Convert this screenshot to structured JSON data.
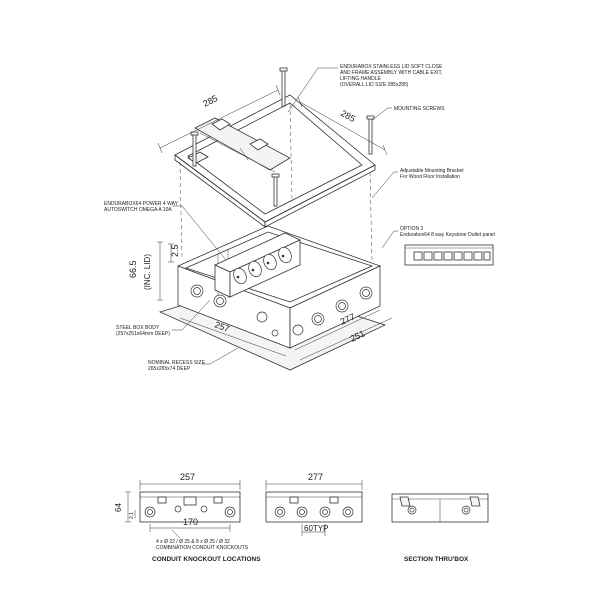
{
  "callouts": {
    "lid_line1": "ENDURABOX STAINLESS LID SOFT CLOSE",
    "lid_line2": "AND FRAME ASSEMBLY WITH CABLE EXIT,",
    "lid_line3": "LIFTING HANDLE",
    "lid_line4": "(OVERALL LID SIZE 285x285)",
    "mounting_screws": "MOUNTING SCREWS",
    "bracket_line1": "Adjustable Mounting Bracket",
    "bracket_line2": "For Wood Floor Installation",
    "power_line1": "ENDURABOX64 POWER 4 WAY",
    "power_line2": "AUTOSWITCH OMEGA A 10A",
    "option_line1": "OPTION 2",
    "option_line2": "Endurabox64 8 way Keystone Outlet panel",
    "steel_line1": "STEEL BOX BODY",
    "steel_line2": "(257x251x64mm DEEP)",
    "recess_line1": "NOMINAL RECESS SIZE",
    "recess_line2": "265x265x74 DEEP"
  },
  "dimensions": {
    "lid_left": "285",
    "lid_right": "285",
    "height": "66.5",
    "height_note": "(INC. LID)",
    "lip": "2.5",
    "body_width": "257",
    "body_depth_inner": "277",
    "body_depth": "251",
    "front_width": "257",
    "front_height": "64",
    "front_lip": "2.1",
    "front_centres": "170",
    "side_width": "277",
    "side_pitch": "60TYP"
  },
  "views": {
    "knockout_note_line1": "4 x Ø 22 / Ø 25 & 8 x Ø 25 / Ø 32",
    "knockout_note_line2": "COMBINATION CONDUIT KNOCKOUTS",
    "caption_knockouts": "CONDUIT KNOCKOUT LOCATIONS",
    "caption_section": "SECTION THRU'BOX"
  }
}
